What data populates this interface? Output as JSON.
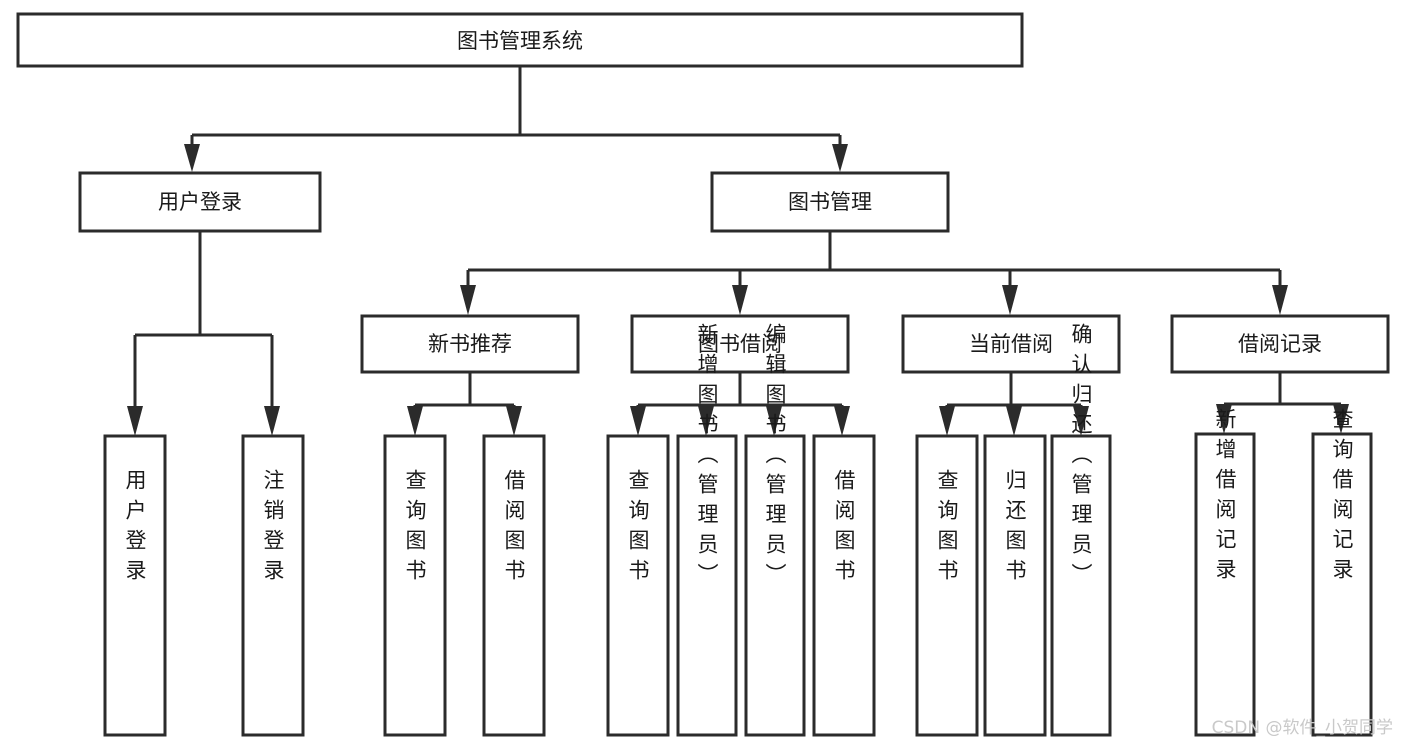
{
  "diagram": {
    "title": "图书管理系统",
    "type": "tree",
    "orientation": "top-down",
    "colors": {
      "background": "#ffffff",
      "box_fill": "#ffffff",
      "box_stroke": "#2b2b2b",
      "text": "#1a1a1a",
      "watermark": "#c9c9c9"
    },
    "root": {
      "label": "图书管理系统"
    },
    "level2": [
      {
        "label": "用户登录"
      },
      {
        "label": "图书管理"
      }
    ],
    "level3": [
      {
        "label": "新书推荐"
      },
      {
        "label": "图书借阅"
      },
      {
        "label": "当前借阅"
      },
      {
        "label": "借阅记录"
      }
    ],
    "leaves": {
      "user_login": [
        {
          "label": "用户登录"
        },
        {
          "label": "注销登录"
        }
      ],
      "new_book_recommend": [
        {
          "label": "查询图书"
        },
        {
          "label": "借阅图书"
        }
      ],
      "book_borrow": [
        {
          "label": "查询图书"
        },
        {
          "label": "新增图书（管理员）"
        },
        {
          "label": "编辑图书（管理员）"
        },
        {
          "label": "借阅图书"
        }
      ],
      "current_borrow": [
        {
          "label": "查询图书"
        },
        {
          "label": "归还图书"
        },
        {
          "label": "确认归还（管理员）"
        }
      ],
      "borrow_record": [
        {
          "label": "新增借阅记录"
        },
        {
          "label": "查询借阅记录"
        }
      ]
    },
    "watermark": "CSDN @软件_小贺同学"
  }
}
